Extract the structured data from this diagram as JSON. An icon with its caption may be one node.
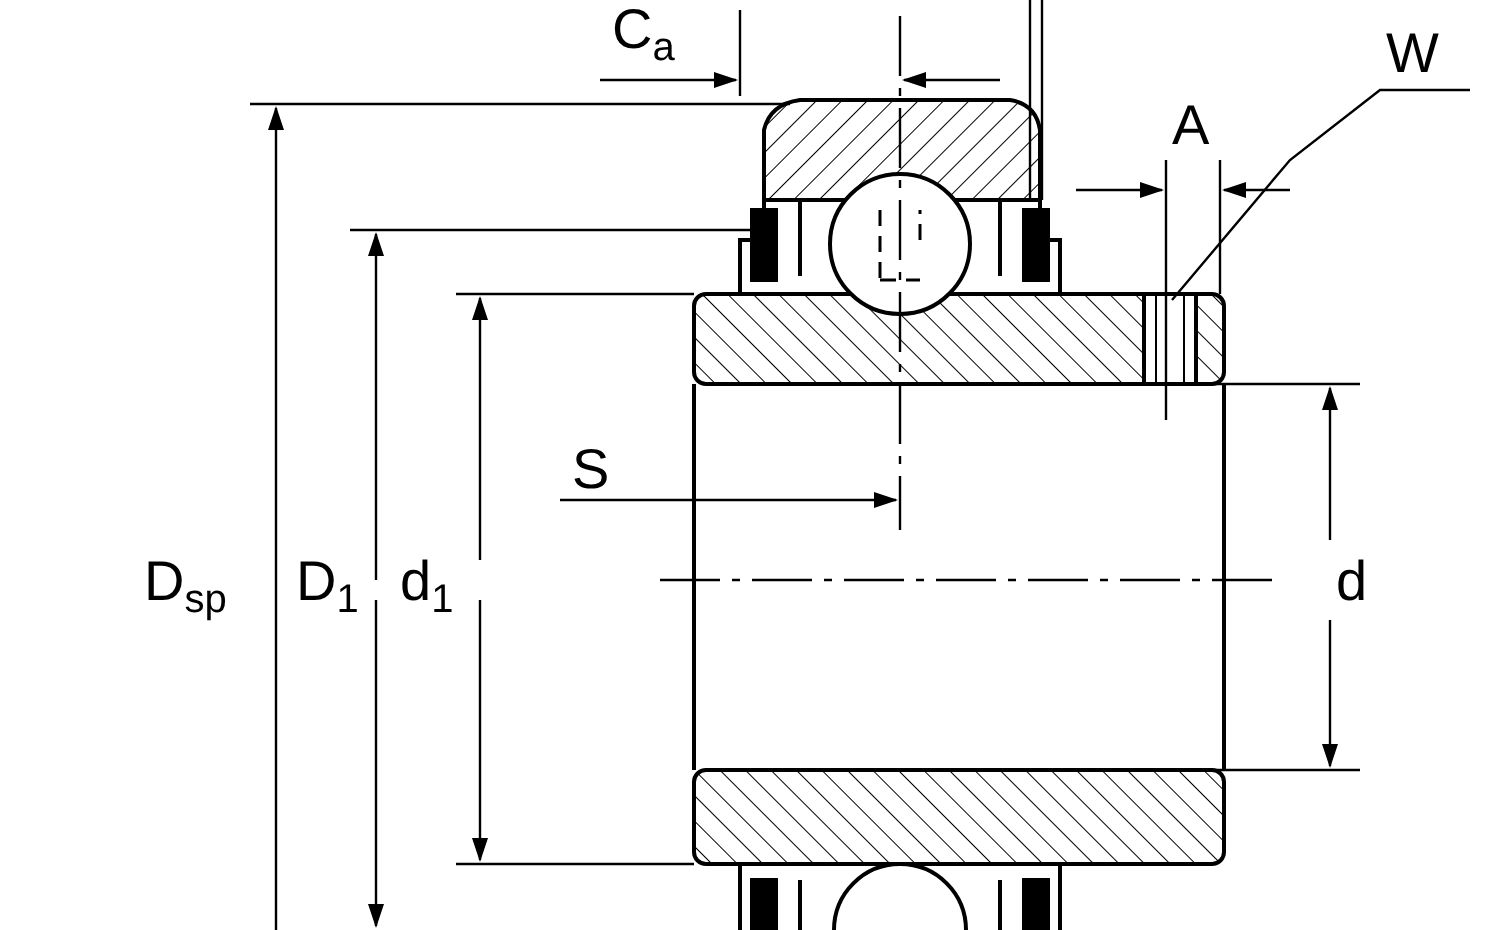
{
  "diagram": {
    "nodes": [
      {
        "text": [
          "W"
        ]
      },
      {
        "text": [],
        "shape": "box"
      }
    ],
    "edges": [
      {
        "from": 0,
        "to": 1,
        "arrow": "none"
      }
    ],
    "labels": [
      "C$_{a}$",
      "A",
      "S",
      "D$_{sp}$",
      "D$_{1}$",
      "d$_{1}$",
      "d"
    ]
  }
}
